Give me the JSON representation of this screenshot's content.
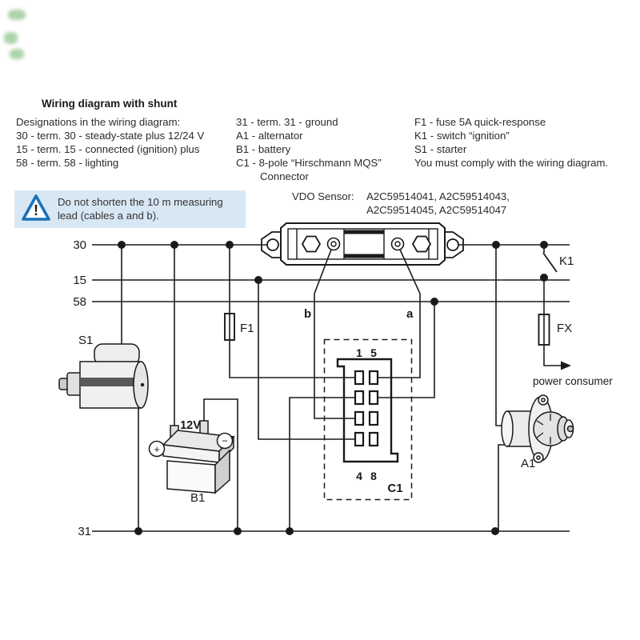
{
  "title": "Wiring diagram with shunt",
  "legend": {
    "col1": [
      "Designations in the wiring diagram:",
      "30 - term. 30 - steady-state plus 12/24 V",
      "15 - term. 15 - connected (ignition) plus",
      "58 - term. 58 - lighting"
    ],
    "col2": [
      "31 - term. 31 - ground",
      "A1 - alternator",
      "B1 - battery",
      "C1 - 8-pole “Hirschmann MQS”",
      "Connector"
    ],
    "col3": [
      "F1 - fuse 5A quick-response",
      "K1 - switch “ignition”",
      "S1 - starter",
      "You must comply with the wiring diagram."
    ]
  },
  "warning": {
    "line1": "Do not shorten the 10 m measuring",
    "line2": "lead (cables a and b).",
    "icon": "warning-triangle"
  },
  "sensor": {
    "label": "VDO Sensor:",
    "line1": "A2C59514041, A2C59514043,",
    "line2": "A2C59514045, A2C59514047"
  },
  "diagram": {
    "bus_30": "30",
    "bus_15": "15",
    "bus_58": "58",
    "bus_31": "31",
    "labels": {
      "starter": "S1",
      "battery": "B1",
      "alternator": "A1",
      "connector": "C1",
      "fuse_f1": "F1",
      "fuse_fx": "FX",
      "switch_k1": "K1",
      "battery_voltage": "12V",
      "plus": "+",
      "minus": "−",
      "wire_a": "a",
      "wire_b": "b",
      "pin_1": "1",
      "pin_5": "5",
      "pin_4": "4",
      "pin_8": "8",
      "power_consumer": "power consumer"
    }
  },
  "colors": {
    "line": "#1a1a1a",
    "warning_bg": "#d8e7f4",
    "warning_accent": "#1a72b8"
  }
}
